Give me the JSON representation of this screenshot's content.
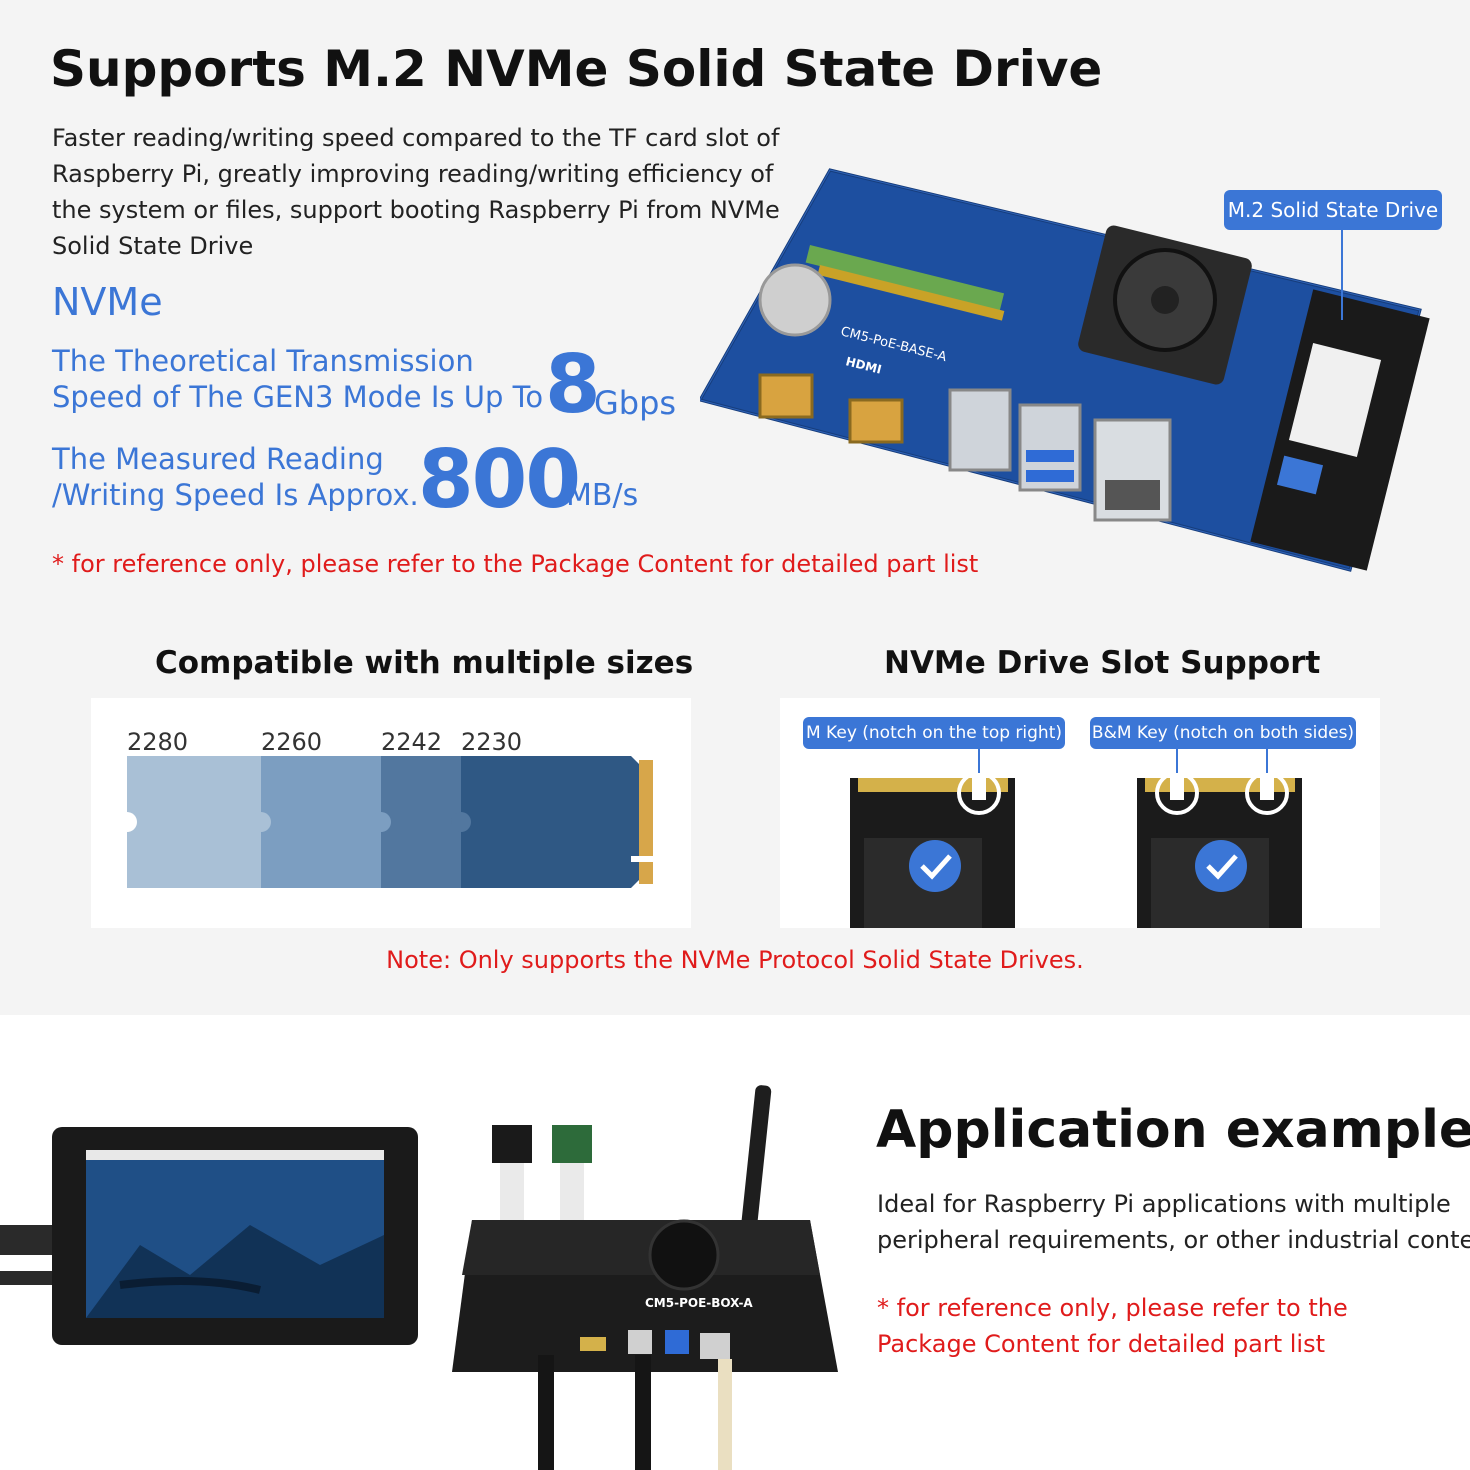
{
  "header": {
    "title": "Supports M.2 NVMe Solid State Drive",
    "description_lines": [
      "Faster reading/writing speed compared to the TF card slot of",
      "Raspberry Pi, greatly improving reading/writing efficiency of",
      "the system or files, support booting Raspberry Pi from NVMe",
      "Solid State Drive"
    ]
  },
  "nvme": {
    "heading": "NVMe",
    "gen3_lines": [
      "The Theoretical Transmission",
      "Speed of The GEN3 Mode Is Up To"
    ],
    "gen3_value": "8",
    "gen3_unit": "Gbps",
    "measured_lines": [
      "The Measured Reading",
      "/Writing Speed Is Approx."
    ],
    "measured_value": "800",
    "measured_unit": "MB/s",
    "reference_note": "* for reference only, please refer to the Package Content for detailed part list"
  },
  "board": {
    "callout": "M.2 Solid State Drive",
    "model_label": "CM5-PoE-BASE-A",
    "hdmi_label": "HDMI",
    "colors": {
      "pcb": "#1d4fa0",
      "callout": "#3b76d6"
    }
  },
  "sizes": {
    "heading": "Compatible with multiple sizes",
    "labels": [
      "2280",
      "2260",
      "2242",
      "2230"
    ],
    "colors": [
      "#a9c0d6",
      "#7c9ec1",
      "#52779f",
      "#2f5884"
    ]
  },
  "slots": {
    "heading": "NVMe Drive Slot Support",
    "m_key": "M Key (notch on the top right)",
    "bm_key": "B&M Key (notch on both sides)"
  },
  "protocol_note": "Note: Only supports the NVMe Protocol Solid State Drives.",
  "application": {
    "heading": "Application examples",
    "description_lines": [
      "Ideal for Raspberry Pi applications with multiple",
      "peripheral requirements, or other industrial context"
    ],
    "reference_lines": [
      "* for reference only, please refer to the",
      "Package Content for detailed part list"
    ],
    "box_label": "CM5-POE-BOX-A"
  }
}
